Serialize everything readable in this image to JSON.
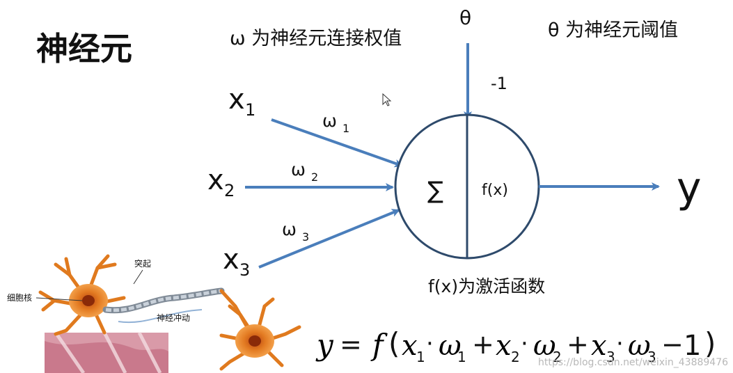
{
  "title": "神经元",
  "weight_note": "ω 为神经元连接权值",
  "threshold_note": "θ 为神经元阈值",
  "theta": "θ",
  "minus_one": "-1",
  "inputs": [
    {
      "base": "x",
      "sub": "1"
    },
    {
      "base": "x",
      "sub": "2"
    },
    {
      "base": "x",
      "sub": "3"
    }
  ],
  "weights": [
    {
      "base": "ω",
      "sub": "1"
    },
    {
      "base": "ω",
      "sub": "2"
    },
    {
      "base": "ω",
      "sub": "3"
    }
  ],
  "sum_symbol": "∑",
  "activation": "f(x)",
  "output": "y",
  "activation_note": "f(x)为激活函数",
  "formula": {
    "lhs": "y",
    "eq": "=",
    "f": "f",
    "open": "(",
    "x1": "x",
    "s1": "1",
    "w1": "ω",
    "t1": "1",
    "x2": "x",
    "s2": "2",
    "w2": "ω",
    "t2": "2",
    "x3": "x",
    "s3": "3",
    "w3": "ω",
    "t3": "3",
    "dot": "·",
    "plus": "+",
    "minus": "−",
    "one": "1",
    "close": ")"
  },
  "neuron_figure": {
    "process_label": "突起",
    "nucleus_label": "细胞核",
    "impulse_label": "神经冲动"
  },
  "watermark": "https://blog.csdn.net/weixin_43889476",
  "colors": {
    "arrow": "#4a7ebb",
    "circle": "#2e4a6b",
    "cell": "#e07a1e",
    "nucleus": "#a0360e"
  }
}
